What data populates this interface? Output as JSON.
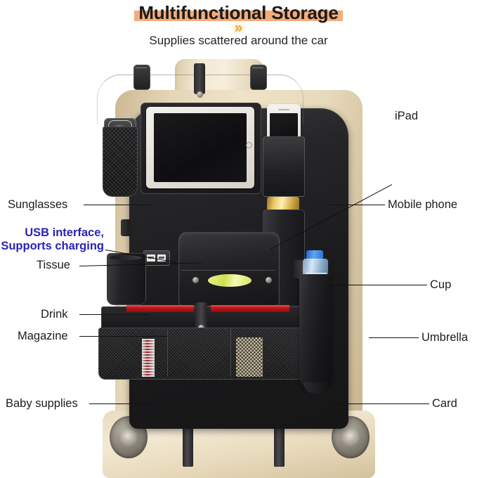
{
  "header": {
    "title": "Multifunctional Storage",
    "chevrons": "»",
    "subtitle": "Supplies scattered around the car",
    "band_color": "#f4ac7c",
    "chevron_color": "#e8a93a"
  },
  "labels": {
    "left": [
      {
        "id": "sunglasses",
        "text": "Sunglasses",
        "color": "#1c1c1c"
      },
      {
        "id": "usb",
        "line1": "USB interface,",
        "line2": "Supports charging",
        "color": "#2a23b4"
      },
      {
        "id": "tissue",
        "text": "Tissue",
        "color": "#1c1c1c"
      },
      {
        "id": "drink",
        "text": "Drink",
        "color": "#1c1c1c"
      },
      {
        "id": "magazine",
        "text": "Magazine",
        "color": "#1c1c1c"
      },
      {
        "id": "baby-supplies",
        "text": "Baby supplies",
        "color": "#1c1c1c"
      }
    ],
    "right": [
      {
        "id": "ipad",
        "text": "iPad",
        "color": "#1c1c1c"
      },
      {
        "id": "mobile-phone",
        "text": "Mobile phone",
        "color": "#1c1c1c"
      },
      {
        "id": "cup",
        "text": "Cup",
        "color": "#1c1c1c"
      },
      {
        "id": "umbrella",
        "text": "Umbrella",
        "color": "#1c1c1c"
      },
      {
        "id": "card",
        "text": "Card",
        "color": "#1c1c1c"
      }
    ]
  },
  "product": {
    "name": "car back seat organizer",
    "body_color": "#1b1b1d",
    "seat_color": "#e8dabc",
    "contents": {
      "sunglasses_pocket": "mesh pocket with sunglasses",
      "tablet": "white tablet in center holder",
      "phone": "white smartphone in side pocket",
      "thermos": "stainless thermos with gold cap",
      "bottle": "water bottle with blue cap",
      "magazines": "two red magazines",
      "usb_ports": 2
    }
  }
}
